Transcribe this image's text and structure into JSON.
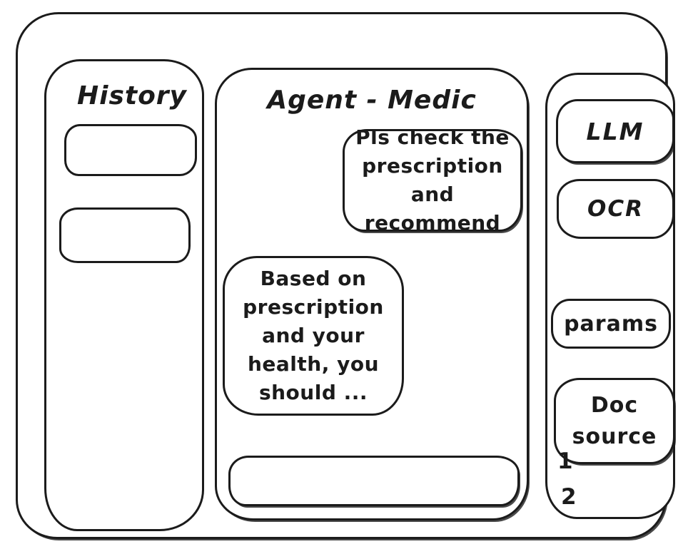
{
  "window": {
    "background": "#ffffff",
    "stroke_color": "#1b1b1b"
  },
  "history_panel": {
    "title": "History",
    "items": [
      {
        "label": ""
      },
      {
        "label": ""
      }
    ]
  },
  "chat_panel": {
    "title": "Agent - Medic",
    "messages": [
      {
        "role": "user",
        "align": "right",
        "text": "Pls check the\nprescription\nand recommend"
      },
      {
        "role": "agent",
        "align": "left",
        "text": "Based on\nprescription\nand your\nhealth, you\nshould ..."
      }
    ],
    "input": {
      "value": "",
      "placeholder": ""
    }
  },
  "tools_panel": {
    "buttons": [
      {
        "id": "llm",
        "label": "LLM"
      },
      {
        "id": "ocr",
        "label": "OCR"
      },
      {
        "id": "params",
        "label": "params"
      },
      {
        "id": "doc-source",
        "label": "Doc\nsource"
      }
    ],
    "doc_source_items": [
      "1",
      "2"
    ]
  }
}
